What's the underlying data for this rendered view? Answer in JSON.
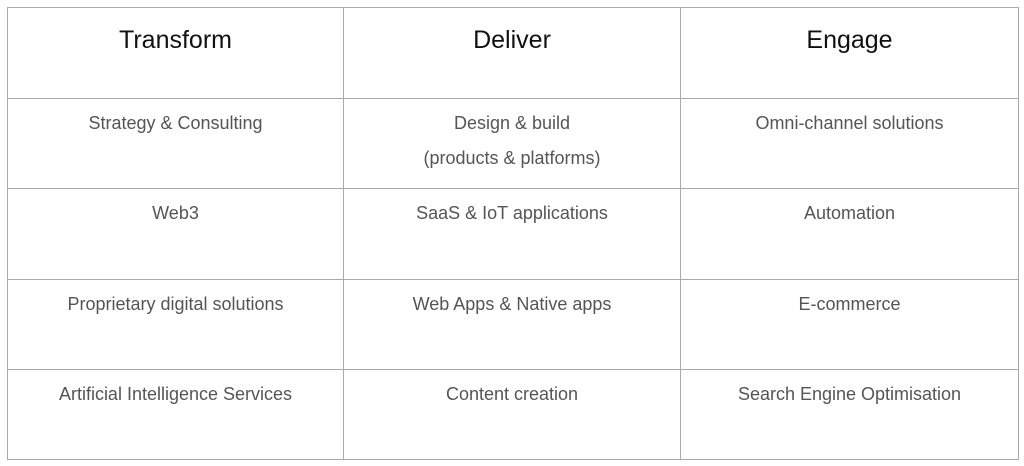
{
  "table": {
    "headers": [
      "Transform",
      "Deliver",
      "Engage"
    ],
    "rows": [
      [
        {
          "lines": [
            "Strategy & Consulting"
          ]
        },
        {
          "lines": [
            "Design & build",
            "(products & platforms)"
          ]
        },
        {
          "lines": [
            "Omni-channel solutions"
          ]
        }
      ],
      [
        {
          "lines": [
            "Web3"
          ]
        },
        {
          "lines": [
            "SaaS & IoT applications"
          ]
        },
        {
          "lines": [
            "Automation"
          ]
        }
      ],
      [
        {
          "lines": [
            "Proprietary digital solutions"
          ]
        },
        {
          "lines": [
            "Web Apps & Native apps"
          ]
        },
        {
          "lines": [
            "E-commerce"
          ]
        }
      ],
      [
        {
          "lines": [
            "Artificial Intelligence Services"
          ]
        },
        {
          "lines": [
            "Content creation"
          ]
        },
        {
          "lines": [
            "Search Engine Optimisation"
          ]
        }
      ]
    ]
  },
  "colors": {
    "border": "#a9a9a9",
    "header_text": "#111111",
    "body_text": "#555555"
  }
}
